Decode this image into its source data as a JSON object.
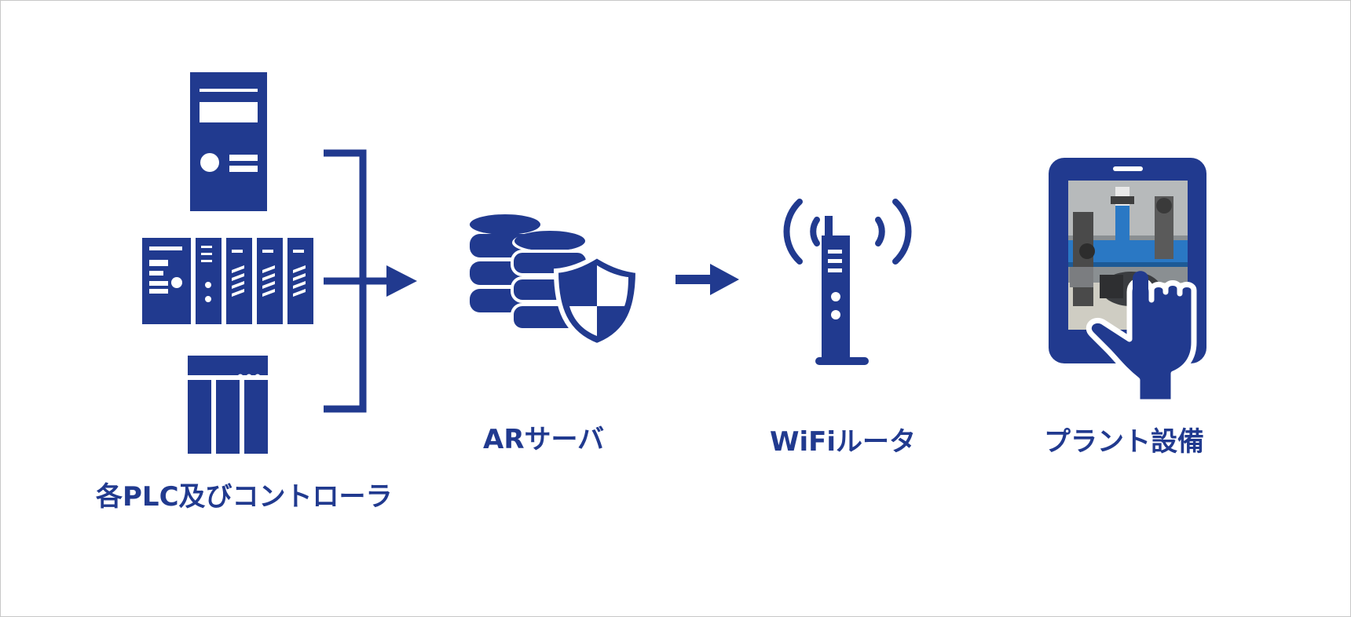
{
  "diagram": {
    "accent_color": "#213a8f",
    "nodes": [
      {
        "id": "plc",
        "label": "各PLC及びコントローラ",
        "icons": [
          "tower-server-icon",
          "plc-rack-icon",
          "controller-module-icon"
        ]
      },
      {
        "id": "ar",
        "label": "ARサーバ",
        "icons": [
          "database-icon",
          "security-shield-icon"
        ]
      },
      {
        "id": "wifi",
        "label": "WiFiルータ",
        "icons": [
          "wifi-router-icon"
        ]
      },
      {
        "id": "plant",
        "label": "プラント設備",
        "icons": [
          "tablet-icon",
          "plant-equipment-photo",
          "pointing-hand-icon"
        ]
      }
    ],
    "edges": [
      {
        "from": "plc",
        "to": "ar"
      },
      {
        "from": "ar",
        "to": "wifi"
      }
    ]
  }
}
